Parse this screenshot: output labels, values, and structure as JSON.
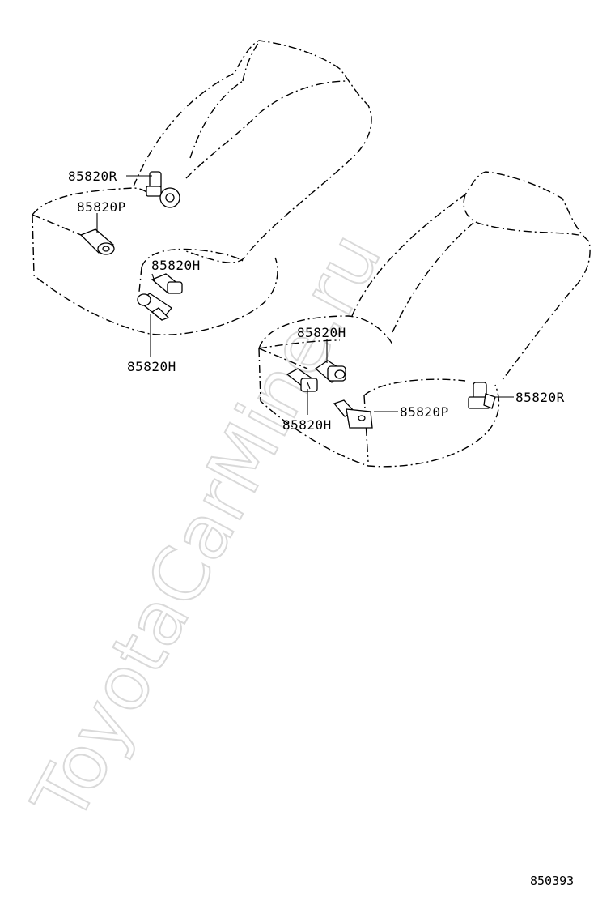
{
  "watermark": "ToyotaCarMine.ru",
  "diagram_code": "850393",
  "left_seat": {
    "labels": {
      "r": "85820R",
      "p": "85820P",
      "h_upper": "85820H",
      "h_lower": "85820H"
    }
  },
  "right_seat": {
    "labels": {
      "h_upper": "85820H",
      "h_lower": "85820H",
      "p": "85820P",
      "r": "85820R"
    }
  },
  "colors": {
    "line": "#000000",
    "watermark": "#d9d9d9",
    "background": "#ffffff"
  }
}
